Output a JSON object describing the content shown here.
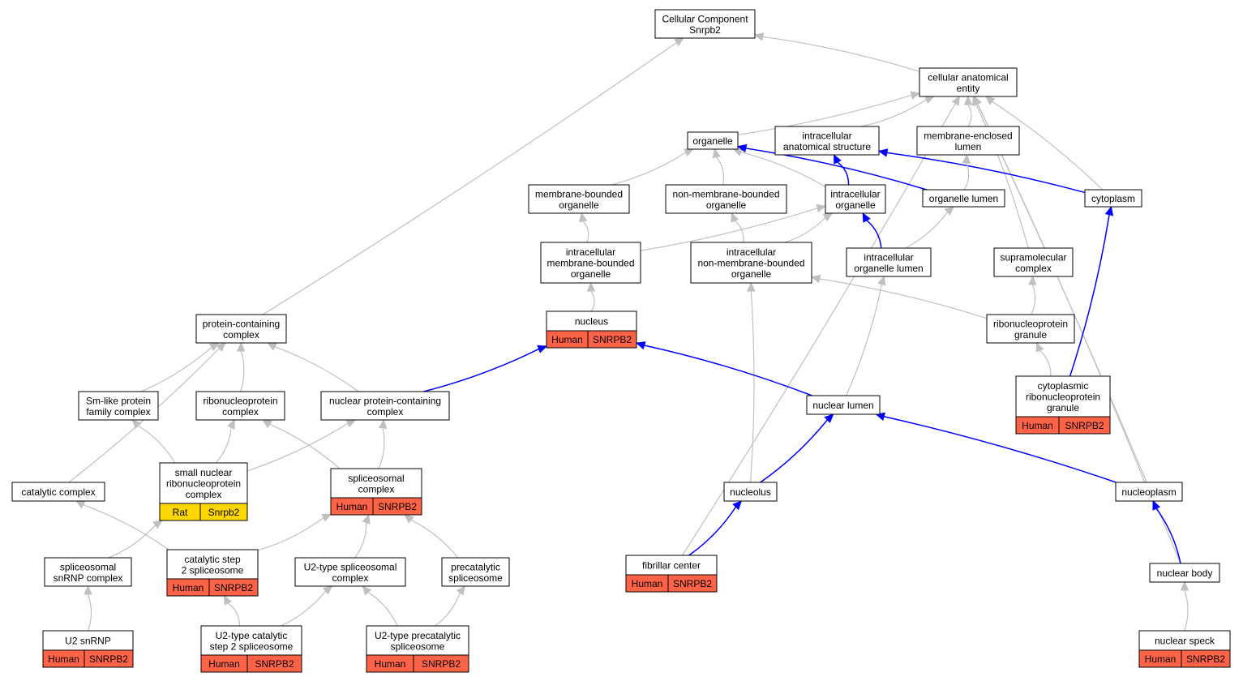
{
  "colors": {
    "edge_default": "#c0c0c0",
    "edge_highlight": "#0000ff",
    "human_annotation": "#ff6347",
    "rat_annotation": "#ffd700",
    "node_border": "#000000",
    "node_fill": "#ffffff"
  },
  "nodes": {
    "cellular_component": {
      "lines": [
        "Cellular Component",
        "Snrpb2"
      ]
    },
    "cellular_anatomical_entity": {
      "lines": [
        "cellular anatomical",
        "entity"
      ]
    },
    "organelle": {
      "lines": [
        "organelle"
      ]
    },
    "intracellular_anatomical_structure": {
      "lines": [
        "intracellular",
        "anatomical structure"
      ]
    },
    "membrane_enclosed_lumen": {
      "lines": [
        "membrane-enclosed",
        "lumen"
      ]
    },
    "membrane_bounded_organelle": {
      "lines": [
        "membrane-bounded",
        "organelle"
      ]
    },
    "non_membrane_bounded_organelle": {
      "lines": [
        "non-membrane-bounded",
        "organelle"
      ]
    },
    "intracellular_organelle": {
      "lines": [
        "intracellular",
        "organelle"
      ]
    },
    "organelle_lumen": {
      "lines": [
        "organelle lumen"
      ]
    },
    "cytoplasm": {
      "lines": [
        "cytoplasm"
      ]
    },
    "intracellular_membrane_bounded_organelle": {
      "lines": [
        "intracellular",
        "membrane-bounded",
        "organelle"
      ]
    },
    "intracellular_non_membrane_bounded_organelle": {
      "lines": [
        "intracellular",
        "non-membrane-bounded",
        "organelle"
      ]
    },
    "intracellular_organelle_lumen": {
      "lines": [
        "intracellular",
        "organelle lumen"
      ]
    },
    "supramolecular_complex": {
      "lines": [
        "supramolecular",
        "complex"
      ]
    },
    "protein_containing_complex": {
      "lines": [
        "protein-containing",
        "complex"
      ]
    },
    "nucleus": {
      "lines": [
        "nucleus"
      ],
      "annotations": [
        {
          "species": "Human",
          "gene": "SNRPB2"
        }
      ]
    },
    "ribonucleoprotein_granule": {
      "lines": [
        "ribonucleoprotein",
        "granule"
      ]
    },
    "sm_like_protein_family_complex": {
      "lines": [
        "Sm-like protein",
        "family complex"
      ]
    },
    "ribonucleoprotein_complex": {
      "lines": [
        "ribonucleoprotein",
        "complex"
      ]
    },
    "nuclear_protein_containing_complex": {
      "lines": [
        "nuclear protein-containing",
        "complex"
      ]
    },
    "nuclear_lumen": {
      "lines": [
        "nuclear lumen"
      ]
    },
    "cytoplasmic_ribonucleoprotein_granule": {
      "lines": [
        "cytoplasmic",
        "ribonucleoprotein",
        "granule"
      ],
      "annotations": [
        {
          "species": "Human",
          "gene": "SNRPB2"
        }
      ]
    },
    "catalytic_complex": {
      "lines": [
        "catalytic complex"
      ]
    },
    "small_nuclear_ribonucleoprotein_complex": {
      "lines": [
        "small nuclear",
        "ribonucleoprotein",
        "complex"
      ],
      "annotations": [
        {
          "species": "Rat",
          "gene": "Snrpb2"
        }
      ]
    },
    "spliceosomal_complex": {
      "lines": [
        "spliceosomal",
        "complex"
      ],
      "annotations": [
        {
          "species": "Human",
          "gene": "SNRPB2"
        }
      ]
    },
    "nucleolus": {
      "lines": [
        "nucleolus"
      ]
    },
    "nucleoplasm": {
      "lines": [
        "nucleoplasm"
      ]
    },
    "spliceosomal_snrnp_complex": {
      "lines": [
        "spliceosomal",
        "snRNP complex"
      ]
    },
    "catalytic_step_2_spliceosome": {
      "lines": [
        "catalytic step",
        "2 spliceosome"
      ],
      "annotations": [
        {
          "species": "Human",
          "gene": "SNRPB2"
        }
      ]
    },
    "u2_type_spliceosomal_complex": {
      "lines": [
        "U2-type spliceosomal",
        "complex"
      ]
    },
    "precatalytic_spliceosome": {
      "lines": [
        "precatalytic",
        "spliceosome"
      ]
    },
    "fibrillar_center": {
      "lines": [
        "fibrillar center"
      ],
      "annotations": [
        {
          "species": "Human",
          "gene": "SNRPB2"
        }
      ]
    },
    "nuclear_body": {
      "lines": [
        "nuclear body"
      ]
    },
    "u2_snrnp": {
      "lines": [
        "U2 snRNP"
      ],
      "annotations": [
        {
          "species": "Human",
          "gene": "SNRPB2"
        }
      ]
    },
    "u2_type_catalytic_step_2_spliceosome": {
      "lines": [
        "U2-type catalytic",
        "step 2 spliceosome"
      ],
      "annotations": [
        {
          "species": "Human",
          "gene": "SNRPB2"
        }
      ]
    },
    "u2_type_precatalytic_spliceosome": {
      "lines": [
        "U2-type precatalytic",
        "spliceosome"
      ],
      "annotations": [
        {
          "species": "Human",
          "gene": "SNRPB2"
        }
      ]
    },
    "nuclear_speck": {
      "lines": [
        "nuclear speck"
      ],
      "annotations": [
        {
          "species": "Human",
          "gene": "SNRPB2"
        }
      ]
    }
  },
  "edges": [
    {
      "from": "cellular_anatomical_entity",
      "to": "cellular_component",
      "style": "default"
    },
    {
      "from": "protein_containing_complex",
      "to": "cellular_component",
      "style": "default"
    },
    {
      "from": "organelle",
      "to": "cellular_anatomical_entity",
      "style": "default"
    },
    {
      "from": "intracellular_anatomical_structure",
      "to": "cellular_anatomical_entity",
      "style": "default"
    },
    {
      "from": "membrane_enclosed_lumen",
      "to": "cellular_anatomical_entity",
      "style": "default"
    },
    {
      "from": "cytoplasm",
      "to": "cellular_anatomical_entity",
      "style": "default"
    },
    {
      "from": "supramolecular_complex",
      "to": "cellular_anatomical_entity",
      "style": "default"
    },
    {
      "from": "nucleoplasm",
      "to": "cellular_anatomical_entity",
      "style": "default"
    },
    {
      "from": "nuclear_body",
      "to": "cellular_anatomical_entity",
      "style": "default"
    },
    {
      "from": "fibrillar_center",
      "to": "cellular_anatomical_entity",
      "style": "default"
    },
    {
      "from": "membrane_bounded_organelle",
      "to": "organelle",
      "style": "default"
    },
    {
      "from": "non_membrane_bounded_organelle",
      "to": "organelle",
      "style": "default"
    },
    {
      "from": "intracellular_organelle",
      "to": "organelle",
      "style": "default"
    },
    {
      "from": "organelle_lumen",
      "to": "organelle",
      "style": "highlight"
    },
    {
      "from": "intracellular_organelle",
      "to": "intracellular_anatomical_structure",
      "style": "highlight"
    },
    {
      "from": "cytoplasm",
      "to": "intracellular_anatomical_structure",
      "style": "highlight"
    },
    {
      "from": "organelle_lumen",
      "to": "membrane_enclosed_lumen",
      "style": "default"
    },
    {
      "from": "intracellular_membrane_bounded_organelle",
      "to": "membrane_bounded_organelle",
      "style": "default"
    },
    {
      "from": "intracellular_membrane_bounded_organelle",
      "to": "intracellular_organelle",
      "style": "default"
    },
    {
      "from": "intracellular_non_membrane_bounded_organelle",
      "to": "non_membrane_bounded_organelle",
      "style": "default"
    },
    {
      "from": "intracellular_non_membrane_bounded_organelle",
      "to": "intracellular_organelle",
      "style": "default"
    },
    {
      "from": "intracellular_organelle_lumen",
      "to": "intracellular_organelle",
      "style": "highlight"
    },
    {
      "from": "intracellular_organelle_lumen",
      "to": "organelle_lumen",
      "style": "default"
    },
    {
      "from": "nucleus",
      "to": "intracellular_membrane_bounded_organelle",
      "style": "default"
    },
    {
      "from": "ribonucleoprotein_granule",
      "to": "intracellular_non_membrane_bounded_organelle",
      "style": "default"
    },
    {
      "from": "nucleolus",
      "to": "intracellular_non_membrane_bounded_organelle",
      "style": "default"
    },
    {
      "from": "ribonucleoprotein_granule",
      "to": "supramolecular_complex",
      "style": "default"
    },
    {
      "from": "cytoplasmic_ribonucleoprotein_granule",
      "to": "ribonucleoprotein_granule",
      "style": "default"
    },
    {
      "from": "cytoplasmic_ribonucleoprotein_granule",
      "to": "cytoplasm",
      "style": "highlight"
    },
    {
      "from": "nuclear_lumen",
      "to": "intracellular_organelle_lumen",
      "style": "default"
    },
    {
      "from": "nuclear_lumen",
      "to": "nucleus",
      "style": "highlight"
    },
    {
      "from": "nuclear_protein_containing_complex",
      "to": "nucleus",
      "style": "highlight"
    },
    {
      "from": "sm_like_protein_family_complex",
      "to": "protein_containing_complex",
      "style": "default"
    },
    {
      "from": "ribonucleoprotein_complex",
      "to": "protein_containing_complex",
      "style": "default"
    },
    {
      "from": "nuclear_protein_containing_complex",
      "to": "protein_containing_complex",
      "style": "default"
    },
    {
      "from": "catalytic_complex",
      "to": "protein_containing_complex",
      "style": "default"
    },
    {
      "from": "small_nuclear_ribonucleoprotein_complex",
      "to": "sm_like_protein_family_complex",
      "style": "default"
    },
    {
      "from": "small_nuclear_ribonucleoprotein_complex",
      "to": "ribonucleoprotein_complex",
      "style": "default"
    },
    {
      "from": "small_nuclear_ribonucleoprotein_complex",
      "to": "nuclear_protein_containing_complex",
      "style": "default"
    },
    {
      "from": "spliceosomal_complex",
      "to": "ribonucleoprotein_complex",
      "style": "default"
    },
    {
      "from": "spliceosomal_complex",
      "to": "nuclear_protein_containing_complex",
      "style": "default"
    },
    {
      "from": "nucleolus",
      "to": "nuclear_lumen",
      "style": "highlight"
    },
    {
      "from": "nucleoplasm",
      "to": "nuclear_lumen",
      "style": "highlight"
    },
    {
      "from": "spliceosomal_snrnp_complex",
      "to": "small_nuclear_ribonucleoprotein_complex",
      "style": "default"
    },
    {
      "from": "catalytic_step_2_spliceosome",
      "to": "catalytic_complex",
      "style": "default"
    },
    {
      "from": "catalytic_step_2_spliceosome",
      "to": "spliceosomal_complex",
      "style": "default"
    },
    {
      "from": "u2_type_spliceosomal_complex",
      "to": "spliceosomal_complex",
      "style": "default"
    },
    {
      "from": "precatalytic_spliceosome",
      "to": "spliceosomal_complex",
      "style": "default"
    },
    {
      "from": "fibrillar_center",
      "to": "nucleolus",
      "style": "highlight"
    },
    {
      "from": "nuclear_body",
      "to": "nucleoplasm",
      "style": "highlight"
    },
    {
      "from": "u2_snrnp",
      "to": "spliceosomal_snrnp_complex",
      "style": "default"
    },
    {
      "from": "u2_type_catalytic_step_2_spliceosome",
      "to": "catalytic_step_2_spliceosome",
      "style": "default"
    },
    {
      "from": "u2_type_catalytic_step_2_spliceosome",
      "to": "u2_type_spliceosomal_complex",
      "style": "default"
    },
    {
      "from": "u2_type_precatalytic_spliceosome",
      "to": "u2_type_spliceosomal_complex",
      "style": "default"
    },
    {
      "from": "u2_type_precatalytic_spliceosome",
      "to": "precatalytic_spliceosome",
      "style": "default"
    },
    {
      "from": "nuclear_speck",
      "to": "nuclear_body",
      "style": "default"
    }
  ]
}
